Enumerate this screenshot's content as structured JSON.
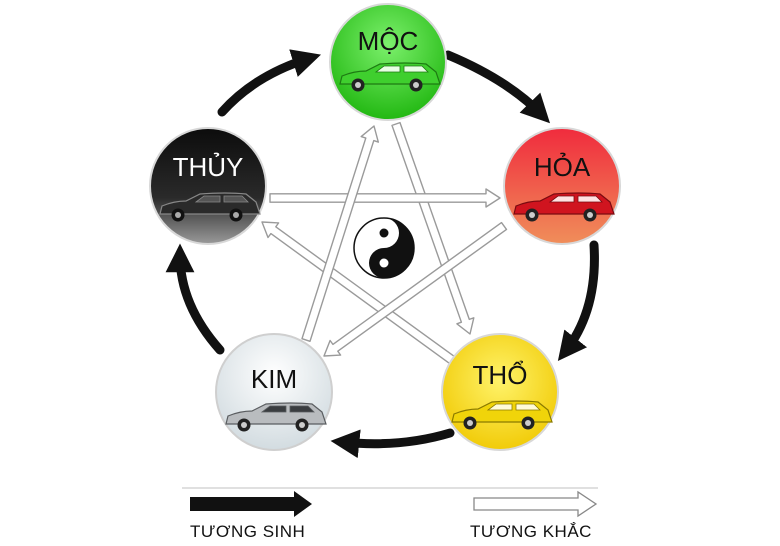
{
  "elements": [
    {
      "id": "moc",
      "label": "MỘC",
      "color": "#2fd11f",
      "label_color": "#111111",
      "car_color": "#3fcf2e"
    },
    {
      "id": "hoa",
      "label": "HỎA",
      "color": "#e8273a",
      "label_color": "#111111",
      "car_color": "#d0141f"
    },
    {
      "id": "tho",
      "label": "THỔ",
      "color": "#f2d800",
      "label_color": "#111111",
      "car_color": "#f0d40a"
    },
    {
      "id": "kim",
      "label": "KIM",
      "color": "#e9eef0",
      "label_color": "#111111",
      "car_color": "#b9bcbf"
    },
    {
      "id": "thuy",
      "label": "THỦY",
      "color": "#1b1b1b",
      "label_color": "#ffffff",
      "car_color": "#2a2a2a"
    }
  ],
  "legend": {
    "sinh_label": "TƯƠNG SINH",
    "khac_label": "TƯƠNG KHẮC"
  },
  "center_icon": "yin-yang-icon"
}
